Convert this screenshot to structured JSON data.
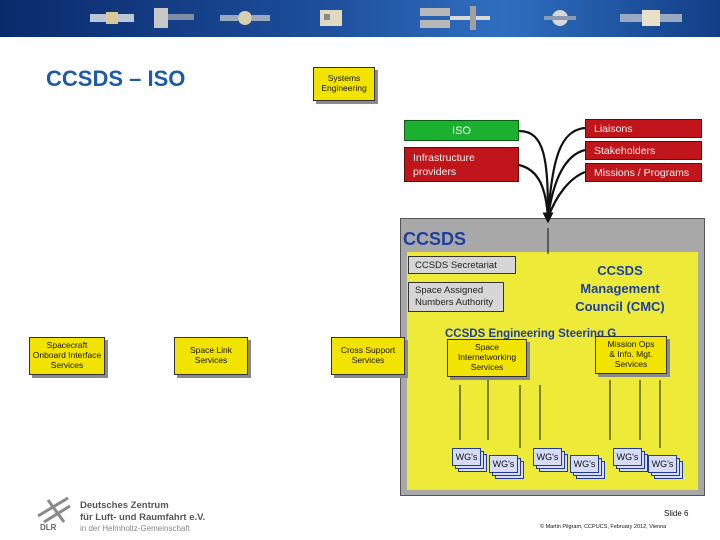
{
  "title": "CCSDS – ISO",
  "systems_engineering": "Systems\nEngineering",
  "external": {
    "iso": "ISO",
    "infrastructure": "Infrastructure\nproviders",
    "liaisons": "Liaisons",
    "stakeholders": "Stakeholders",
    "missions": "Missions / Programs"
  },
  "ccsds": {
    "label": "CCSDS",
    "secretariat": "CCSDS Secretariat",
    "sana": "Space Assigned\nNumbers Authority",
    "cmc": "CCSDS\nManagement\nCouncil (CMC)",
    "steering": "CCSDS Engineering Steering G"
  },
  "areas": {
    "spacecraft": "Spacecraft\nOnboard Interface\nServices",
    "space_link": "Space Link\nServices",
    "cross_support": "Cross Support\nServices",
    "space_internetworking": "Space\nInternetworking\nServices",
    "mission_ops": "Mission Ops\n& Info. Mgt.\nServices"
  },
  "working_groups": [
    "WG's",
    "WG's",
    "WG's",
    "WG's",
    "WG's",
    "WG's"
  ],
  "footer": {
    "logo_mark": "DLR",
    "org_line1": "Deutsches Zentrum",
    "org_line2": "für Luft- und Raumfahrt e.V.",
    "org_line3": "in der Helmholtz-Gemeinschaft",
    "slide": "Slide 6",
    "credit": "© Martin Pilgram, CCPUCS, February 2012, Vienna"
  },
  "colors": {
    "accent_blue": "#1f5aa6",
    "yellow": "#f2e400",
    "red": "#c0161b",
    "green": "#1bb02f"
  }
}
